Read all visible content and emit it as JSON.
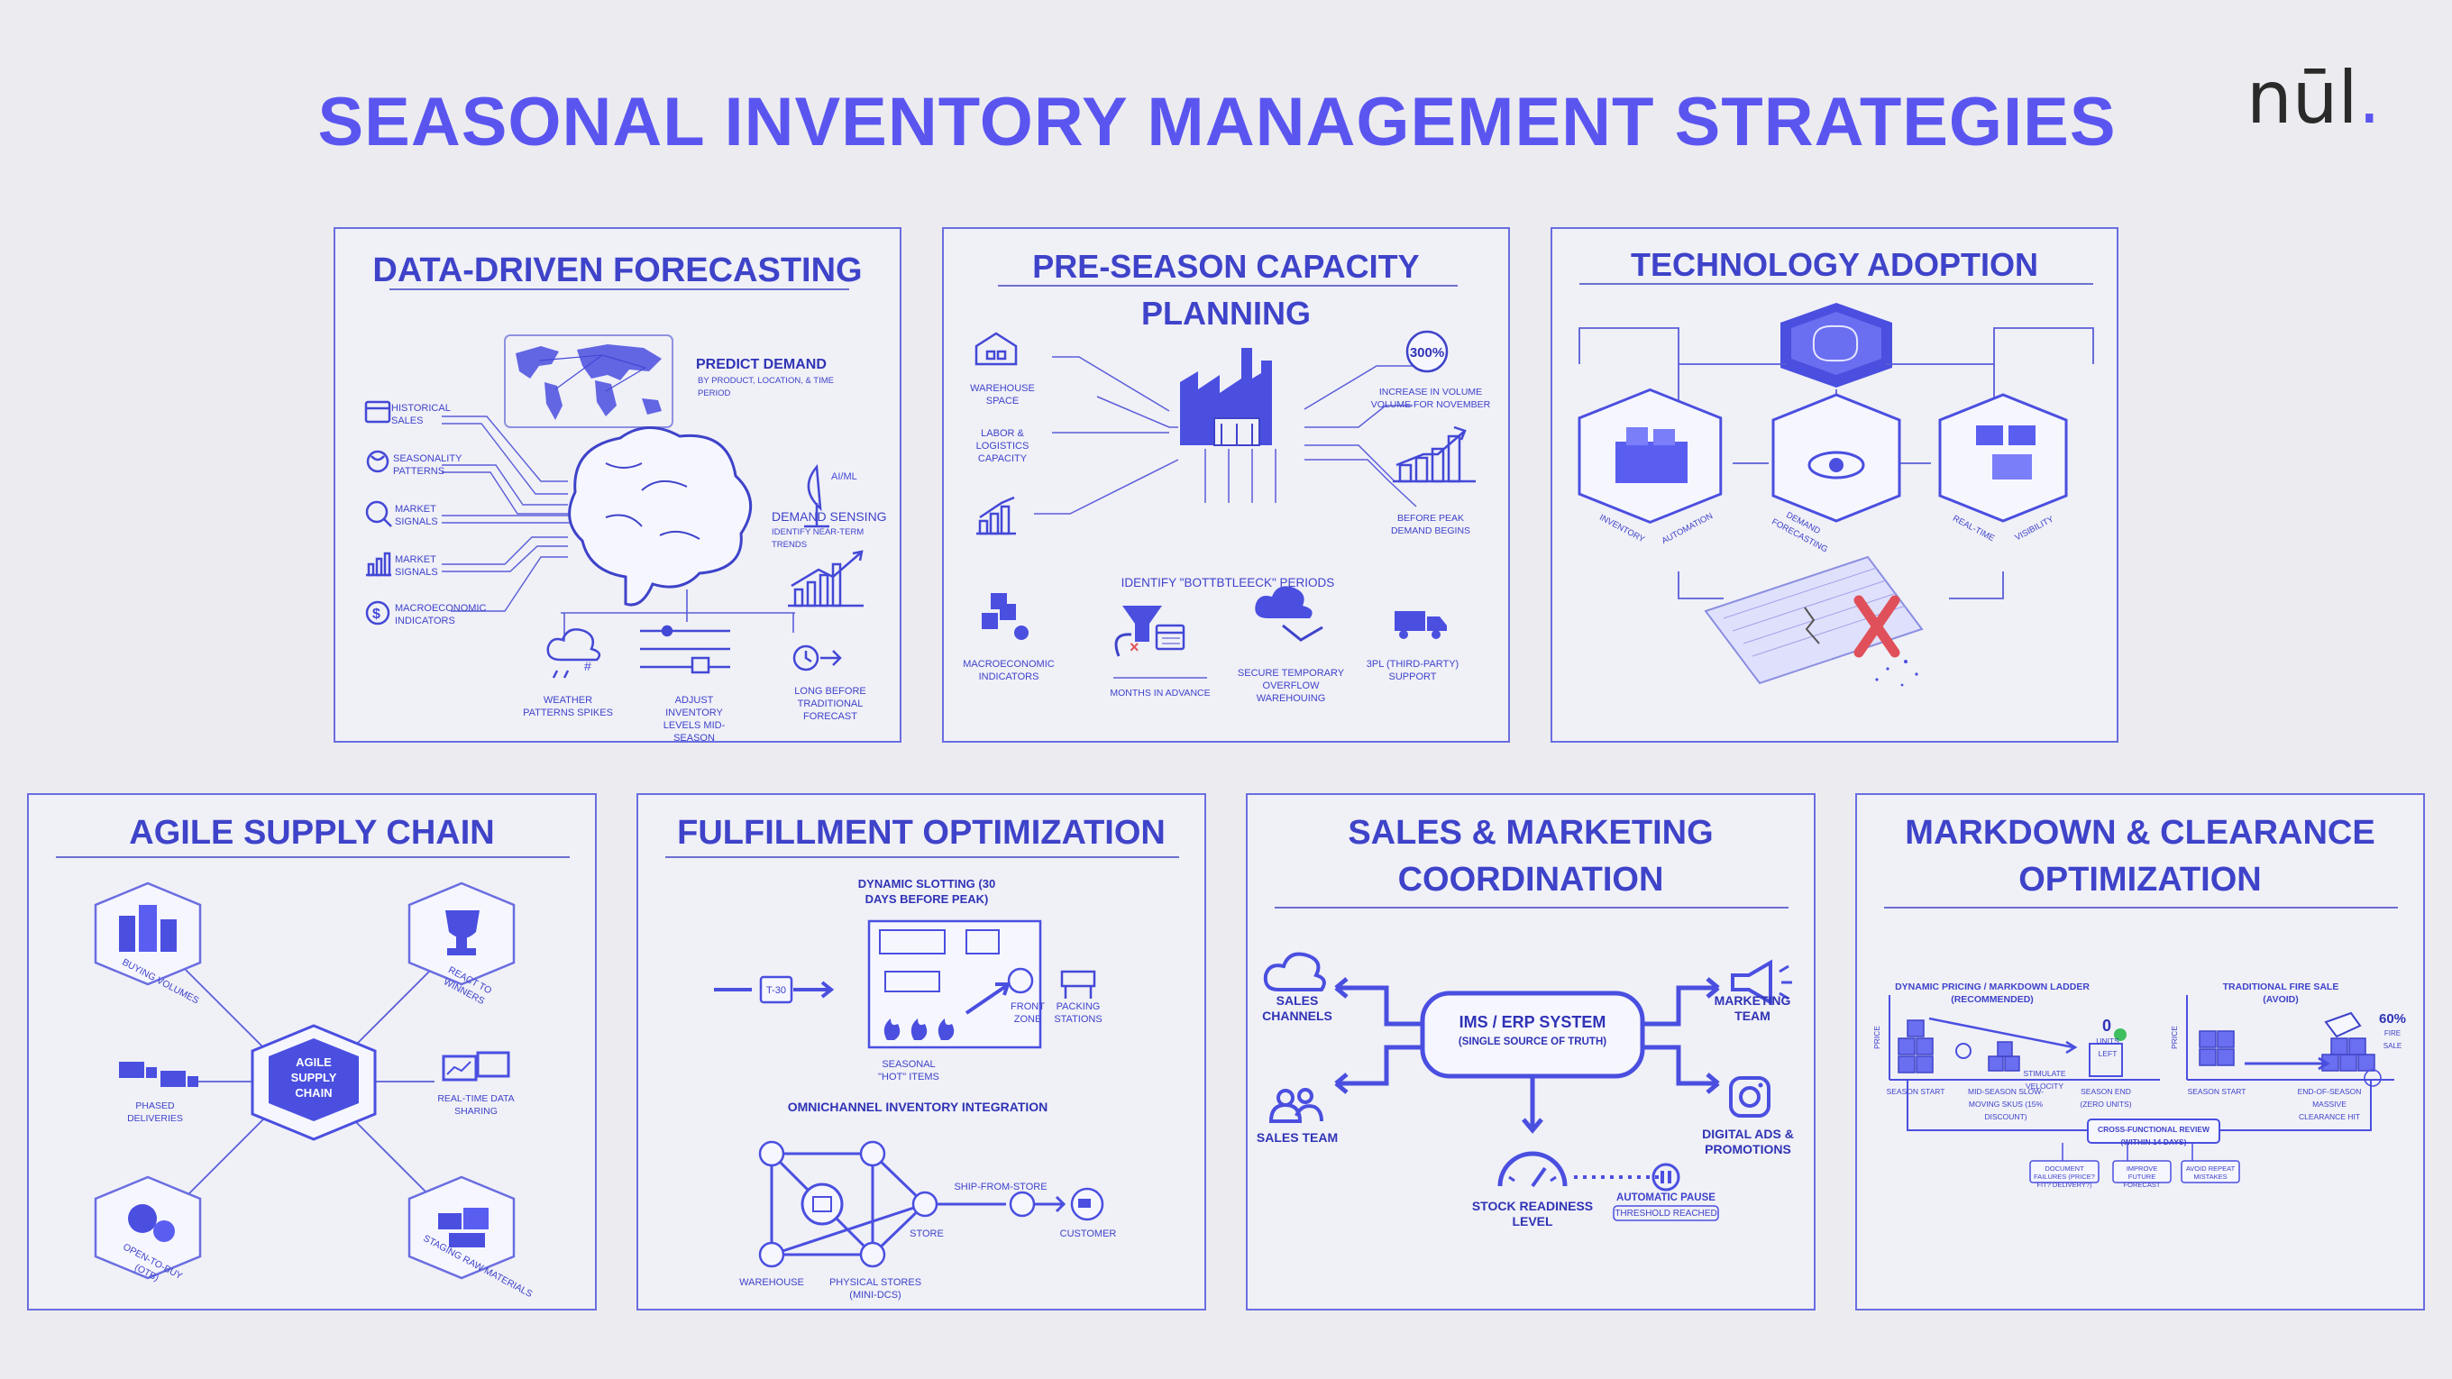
{
  "title": "SEASONAL INVENTORY MANAGEMENT STRATEGIES",
  "logo": "nūl",
  "colors": {
    "accent": "#5b55f0",
    "panel_border": "#6a6ee0",
    "ink": "#3e43c9",
    "alert": "#e0505a",
    "background": "#ececf0"
  },
  "forecasting": {
    "title": "DATA-DRIVEN FORECASTING",
    "inputs": [
      "HISTORICAL SALES",
      "SEASONALITY PATTERNS",
      "MARKET SIGNALS",
      "MARKET SIGNALS",
      "MACROECONOMIC INDICATORS"
    ],
    "predict_title": "PREDICT DEMAND",
    "predict_sub": "BY PRODUCT, LOCATION, & TIME PERIOD",
    "sensing_title": "DEMAND SENSING",
    "sensing_sub": "IDENTIFY NEAR-TERM TRENDS",
    "antenna_label": "AI/ML",
    "outputs": [
      "WEATHER PATTERNS SPIKES",
      "ADJUST INVENTORY LEVELS MID-SEASON",
      "LONG BEFORE TRADITIONAL FORECAST"
    ]
  },
  "capacity": {
    "title": "PRE-SEASON CAPACITY PLANNING",
    "left": [
      "WAREHOUSE SPACE",
      "LABOR & LOGISTICS CAPACITY"
    ],
    "right": [
      "INCREASE IN VOLUME VOLUME FOR NOVEMBER",
      "BEFORE PEAK DEMAND BEGINS"
    ],
    "pct": "300%",
    "identify": "IDENTIFY \"BOTTBTLEECK\" PERIODS",
    "bottom": [
      "MACROECONOMIC INDICATORS",
      "MONTHS IN ADVANCE",
      "SECURE TEMPORARY OVERFLOW WAREHOUING",
      "3PL (THIRD-PARTY) SUPPORT"
    ]
  },
  "technology": {
    "title": "TECHNOLOGY ADOPTION",
    "hexes": [
      "INVENTORY",
      "AUTOMATION",
      "DEMAND",
      "FORECASTING",
      "REAL-TIME",
      "VISIBILITY"
    ]
  },
  "agile": {
    "title": "AGILE SUPPLY CHAIN",
    "center": "AGILE SUPPLY CHAIN",
    "nodes": [
      "BUYING VOLUMES",
      "REACT TO WINNERS",
      "PHASED DELIVERIES",
      "REAL-TIME DATA SHARING",
      "OPEN-TO-BUY (OTB)",
      "STAGING RAW MATERIALS"
    ]
  },
  "fulfillment": {
    "title": "FULFILLMENT OPTIMIZATION",
    "slotting": "DYNAMIC SLOTTING (30 DAYS BEFORE PEAK)",
    "t30": "T-30",
    "front_zone": "FRONT ZONE",
    "packing": "PACKING STATIONS",
    "hot_items": "SEASONAL \"HOT\" ITEMS",
    "omni": "OMNICHANNEL INVENTORY INTEGRATION",
    "ship_from_store": "SHIP-FROM-STORE",
    "store": "STORE",
    "customer": "CUSTOMER",
    "warehouse": "WAREHOUSE",
    "physical": "PHYSICAL STORES (MINI-DCS)"
  },
  "sales": {
    "title_1": "SALES & MARKETING",
    "title_2": "COORDINATION",
    "hub_1": "IMS / ERP SYSTEM",
    "hub_2": "(SINGLE SOURCE OF TRUTH)",
    "sales_channels": "SALES CHANNELS",
    "sales_team": "SALES TEAM",
    "marketing": "MARKETING TEAM",
    "digital": "DIGITAL ADS & PROMOTIONS",
    "stock": "STOCK READINESS LEVEL",
    "pause": "AUTOMATIC PAUSE",
    "threshold": "THRESHOLD REACHED"
  },
  "markdown": {
    "title_1": "MARKDOWN & CLEARANCE",
    "title_2": "OPTIMIZATION",
    "ladder": "DYNAMIC PRICING / MARKDOWN LADDER (RECOMMENDED)",
    "fire_sale": "TRADITIONAL FIRE SALE (AVOID)",
    "price": "PRICE",
    "season_start": "SEASON START",
    "mid_season": "MID-SEASON SLOW-MOVING SKUs (15% DISCOUNT)",
    "stimulate": "STIMULATE VELOCITY",
    "units_left_num": "0",
    "units_left": "UNITS LEFT",
    "season_end": "SEASON END (ZERO UNITS)",
    "season_start_2": "SEASON START",
    "end_of_season": "END-OF-SEASON MASSIVE CLEARANCE HIT",
    "pct_badge": "60%",
    "fire_badge": "FIRE SALE",
    "review": "CROSS-FUNCTIONAL REVIEW (WITHIN 14 DAYS)",
    "outcomes": [
      "DOCUMENT FAILURES (PRICE? FIT? DELIVERY?)",
      "IMPROVE FUTURE FORECAST",
      "AVOID REPEAT MISTAKES"
    ]
  }
}
